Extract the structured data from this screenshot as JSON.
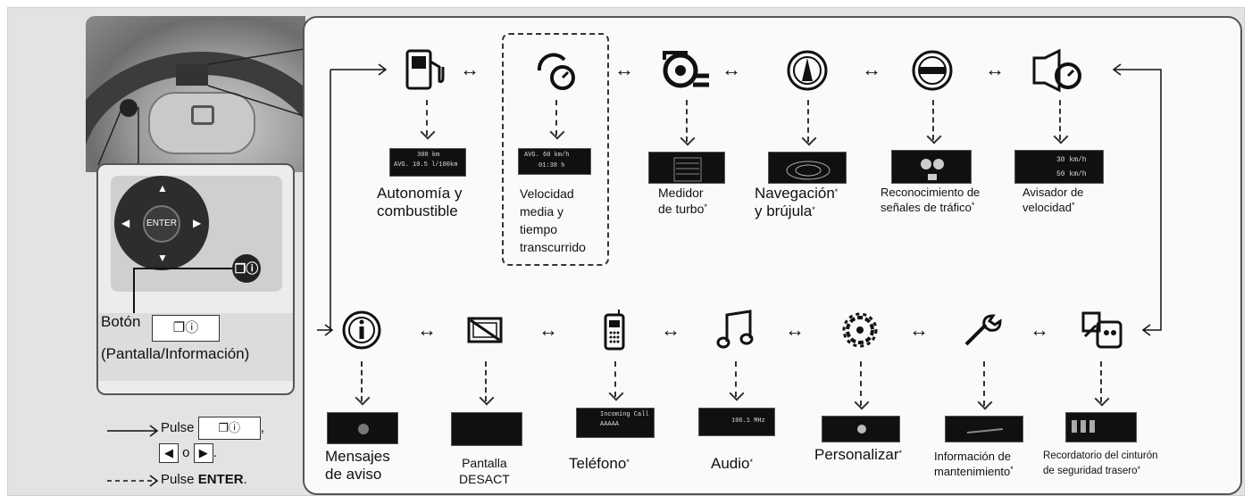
{
  "top_row": [
    {
      "id": "range-fuel",
      "label_lines": [
        "Autonomía y",
        "combustible"
      ],
      "icon": "fuel-pump-icon",
      "asterisk": false,
      "screen": [
        "300 km",
        "AVG. 10.5 l/100km"
      ]
    },
    {
      "id": "avg-speed",
      "label_lines": [
        "Velocidad",
        "media y",
        "tiempo",
        "transcurrido"
      ],
      "icon": "speed-timer-icon",
      "asterisk": false,
      "screen": [
        "AVG. 60 km/h",
        "01:38 h"
      ]
    },
    {
      "id": "turbo",
      "label_lines": [
        "Medidor",
        "de turbo"
      ],
      "icon": "turbo-icon",
      "asterisk": true,
      "screen": []
    },
    {
      "id": "navigation",
      "label_lines": [
        "Navegación",
        "y brújula"
      ],
      "icon": "compass-icon",
      "asterisk": true,
      "screen": []
    },
    {
      "id": "traffic-signs",
      "label_lines": [
        "Reconocimiento de",
        "señales de tráfico"
      ],
      "icon": "traffic-sign-icon",
      "asterisk": true,
      "screen": []
    },
    {
      "id": "speed-warning",
      "label_lines": [
        "Avisador de",
        "velocidad"
      ],
      "icon": "speed-alert-icon",
      "asterisk": true,
      "screen": [
        "30 km/h",
        "50 km/h"
      ]
    }
  ],
  "bottom_row": [
    {
      "id": "warnings",
      "label_lines": [
        "Mensajes",
        "de aviso"
      ],
      "icon": "info-circle-icon",
      "asterisk": false
    },
    {
      "id": "display-off",
      "label_lines": [
        "Pantalla",
        "DESACT"
      ],
      "icon": "display-off-icon",
      "asterisk": false
    },
    {
      "id": "phone",
      "label_lines": [
        "Teléfono"
      ],
      "icon": "phone-icon",
      "asterisk": true,
      "screen": [
        "Incoming Call",
        "AAAAA"
      ]
    },
    {
      "id": "audio",
      "label_lines": [
        "Audio"
      ],
      "icon": "music-note-icon",
      "asterisk": true,
      "screen": [
        "106.1 MHz"
      ]
    },
    {
      "id": "customize",
      "label_lines": [
        "Personalizar"
      ],
      "icon": "gear-icon",
      "asterisk": true
    },
    {
      "id": "maintenance",
      "label_lines": [
        "Información de",
        "mantenimiento"
      ],
      "icon": "wrench-icon",
      "asterisk": true
    },
    {
      "id": "rear-belt",
      "label_lines": [
        "Recordatorio del cinturón",
        "de seguridad trasero"
      ],
      "icon": "rear-seatbelt-icon",
      "asterisk": true
    }
  ],
  "button_caption": {
    "label": "Botón",
    "sub": "(Pantalla/Información)"
  },
  "enter_text": "ENTER",
  "legend": {
    "press": "Pulse",
    "or": "o",
    "press_enter_prefix": "Pulse",
    "press_enter_bold": "ENTER",
    "press_enter_suffix": "."
  },
  "biarrow": "↔",
  "asterisk": "*"
}
